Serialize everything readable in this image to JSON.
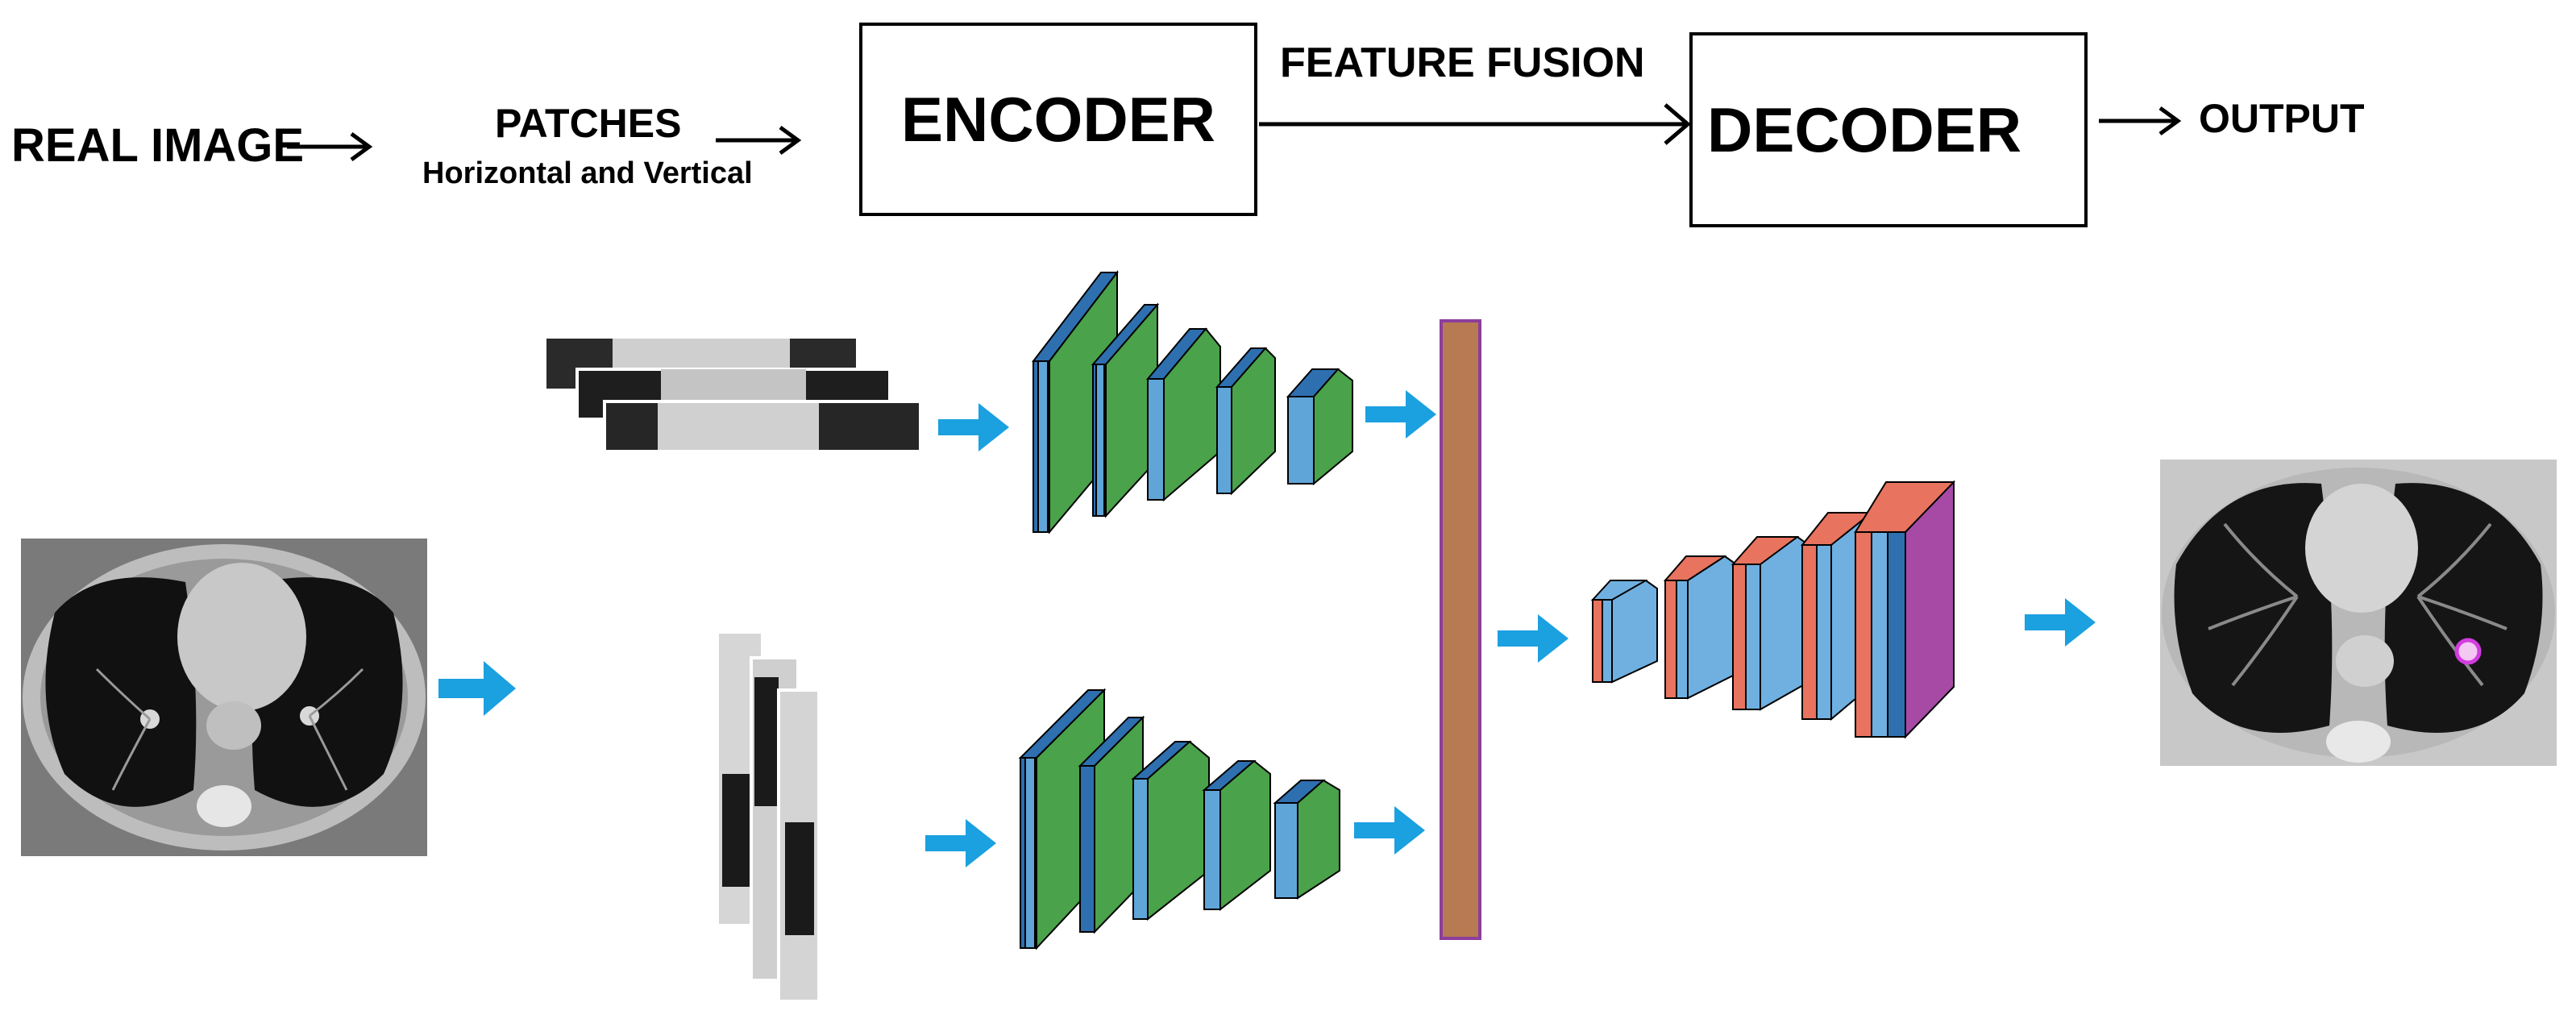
{
  "pipeline": {
    "real_image": "REAL IMAGE",
    "patches": "PATCHES",
    "patches_sub": "Horizontal and Vertical",
    "encoder": "ENCODER",
    "feature_fusion": "FEATURE FUSION",
    "decoder": "DECODER",
    "output": "OUTPUT"
  },
  "colors": {
    "encoder_block_front": "#4aa24a",
    "encoder_block_edge": "#1f6fb0",
    "encoder_slice_blue": "#5fa5d8",
    "decoder_slice_red": "#e8735f",
    "decoder_slice_blue": "#6fb0e0",
    "decoder_final_face": "#a64aa6",
    "fusion_bar": "#b87a52",
    "fusion_bar_border": "#8c3e9c",
    "flow_arrow": "#1ba0e0",
    "nodule_marker": "#d23ce0"
  },
  "icons": {
    "input_ct": "ct-scan-image",
    "horizontal_patches": "horizontal-patch-stack",
    "vertical_patches": "vertical-patch-stack",
    "encoder_top": "encoder-cnn-blocks",
    "encoder_bottom": "encoder-cnn-blocks",
    "fusion": "feature-fusion-bar",
    "decoder": "decoder-cnn-blocks",
    "output_ct": "segmented-ct-image"
  }
}
